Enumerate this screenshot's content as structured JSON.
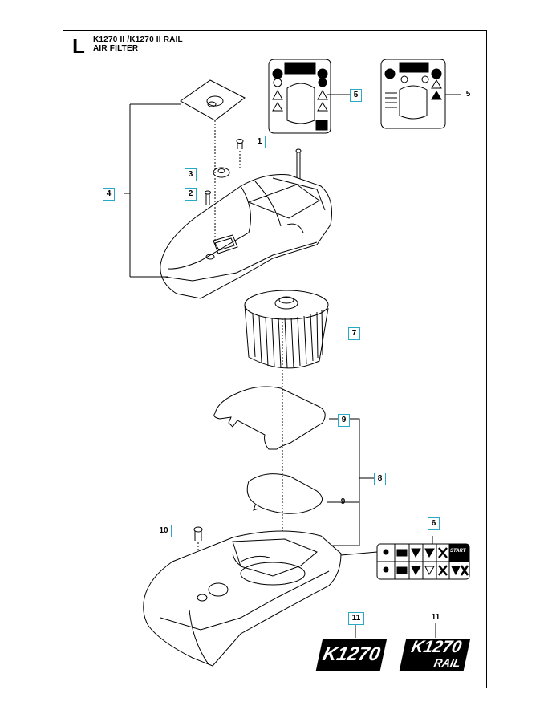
{
  "section": {
    "letter": "L",
    "model_line": "K1270 II /K1270 II RAIL",
    "group_title": "AIR FILTER"
  },
  "callouts": {
    "c1": "1",
    "c2": "2",
    "c3": "3",
    "c4": "4",
    "c5_boxed": "5",
    "c5_plain": "5",
    "c6": "6",
    "c7": "7",
    "c8": "8",
    "c9_boxed": "9",
    "c9_plain": "9",
    "c10": "10",
    "c11_boxed": "11",
    "c11_plain": "11"
  },
  "decals": {
    "start_label": "START",
    "logo_k1270": "K1270",
    "logo_k1270_rail_top": "K1270",
    "logo_k1270_rail_bottom": "RAIL"
  },
  "colors": {
    "callout_box_border": "#2aa8c4",
    "line": "#000000"
  }
}
